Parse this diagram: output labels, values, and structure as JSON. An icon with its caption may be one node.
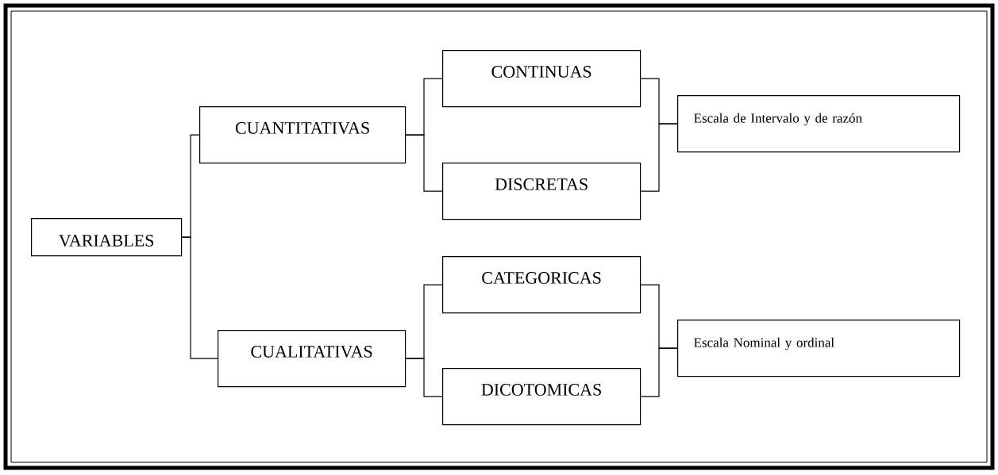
{
  "diagram": {
    "nodes": [
      {
        "text": [
          "VARIABLES"
        ]
      },
      {
        "text": [
          "CUANTITATIVAS"
        ]
      },
      {
        "text": [
          "CUALITATIVAS"
        ]
      },
      {
        "text": [
          "CONTINUAS"
        ]
      },
      {
        "text": [
          "DISCRETAS"
        ]
      },
      {
        "text": [
          "CATEGORICAS"
        ]
      },
      {
        "text": [
          "DICOTOMICAS"
        ]
      },
      {
        "text": [
          "Escala de Intervalo y de razón"
        ]
      },
      {
        "text": [
          "Escala Nominal y ordinal"
        ]
      }
    ],
    "edges": [
      {
        "from": 0,
        "to": 1,
        "arrow": "none"
      },
      {
        "from": 0,
        "to": 2,
        "arrow": "none"
      },
      {
        "from": 1,
        "to": 3,
        "arrow": "none"
      },
      {
        "from": 1,
        "to": 4,
        "arrow": "none"
      },
      {
        "from": 2,
        "to": 5,
        "arrow": "none"
      },
      {
        "from": 2,
        "to": 6,
        "arrow": "none"
      },
      {
        "from": 3,
        "to": 7,
        "arrow": "none"
      },
      {
        "from": 4,
        "to": 7,
        "arrow": "none"
      },
      {
        "from": 5,
        "to": 8,
        "arrow": "none"
      },
      {
        "from": 6,
        "to": 8,
        "arrow": "none"
      }
    ]
  }
}
